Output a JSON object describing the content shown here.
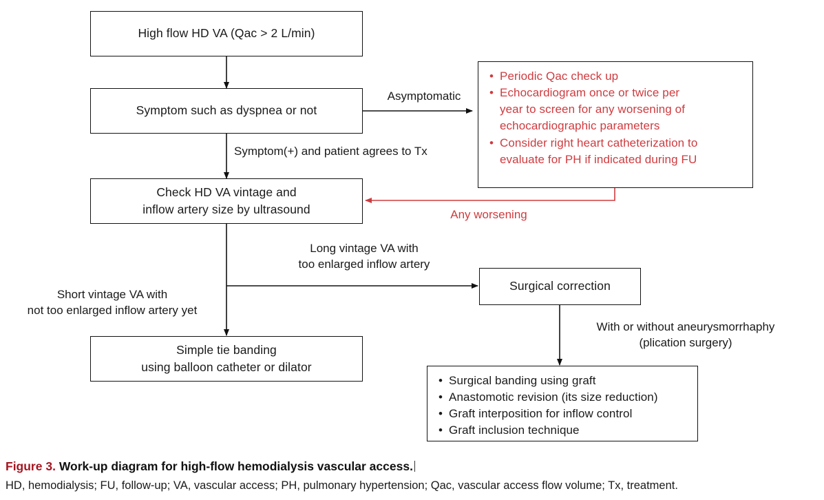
{
  "diagram": {
    "title": "Work-up diagram for high-flow hemodialysis vascular access",
    "nodes": {
      "high_flow": "High flow HD VA (Qac > 2 L/min)",
      "symptom_l1": "Symptom such as dyspnea or not",
      "check_vintage_l1": "Check HD VA vintage and",
      "check_vintage_l2": "inflow artery size by ultrasound",
      "simple_tie_l1": "Simple tie banding",
      "simple_tie_l2": "using balloon catheter or dilator",
      "surgical_correction": "Surgical correction"
    },
    "monitoring_box": {
      "items": [
        "Periodic Qac check up",
        "Echocardiogram once or twice per\nyear to screen for any worsening of\nechocardiographic parameters",
        "Consider right heart catheterization to\nevaluate for PH if indicated during FU"
      ],
      "color": "#cf3b3f"
    },
    "surgical_options_box": {
      "items": [
        "Surgical banding using graft",
        "Anastomotic revision (its size reduction)",
        "Graft interposition for inflow control",
        "Graft inclusion technique"
      ],
      "color": "#1a1a1a"
    },
    "edge_labels": {
      "asymptomatic": "Asymptomatic",
      "symptom_positive": "Symptom(+) and patient agrees to Tx",
      "any_worsening": "Any worsening",
      "long_vintage": "Long vintage VA with\ntoo enlarged inflow artery",
      "short_vintage": "Short vintage VA with\nnot too enlarged inflow artery yet",
      "aneurysmorrhaphy": "With or without aneurysmorrhaphy\n(plication surgery)"
    }
  },
  "caption": {
    "figure_no": "Figure 3.",
    "title": "Work-up diagram for high-flow hemodialysis vascular access.",
    "footnote": "HD, hemodialysis; FU, follow-up; VA, vascular access; PH, pulmonary hypertension; Qac, vascular access flow volume; Tx, treatment."
  },
  "colors": {
    "red_text": "#cf3b3f",
    "figure_no_red": "#a31621",
    "stroke_black": "#111111"
  }
}
